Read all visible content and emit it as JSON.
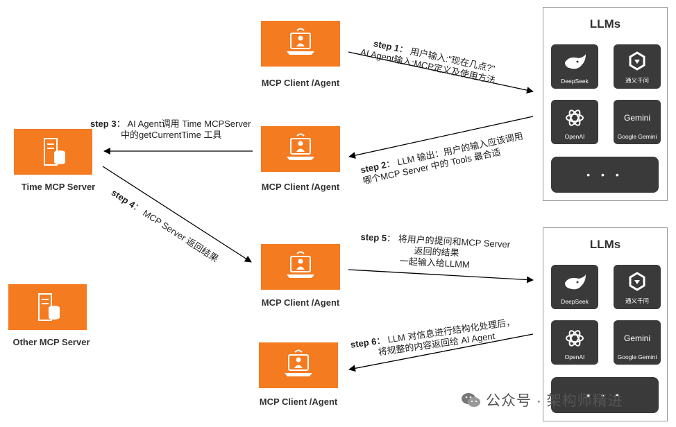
{
  "agents": [
    {
      "label": "MCP Client /Agent"
    },
    {
      "label": "MCP Client /Agent"
    },
    {
      "label": "MCP Client /Agent"
    },
    {
      "label": "MCP Client /Agent"
    }
  ],
  "servers": [
    {
      "label": "Time MCP Server"
    },
    {
      "label": "Other MCP Server"
    }
  ],
  "llm_panels": [
    {
      "title": "LLMs",
      "models": [
        "DeepSeek",
        "通义千问",
        "OpenAI",
        "Google Gemini"
      ],
      "more": "• • •"
    },
    {
      "title": "LLMs",
      "models": [
        "DeepSeek",
        "通义千问",
        "OpenAI",
        "Google Gemini"
      ],
      "more": "• • •"
    }
  ],
  "tile_logos": {
    "gemini_word": "Gemini"
  },
  "steps": [
    {
      "num": "step 1",
      "lines": [
        "：  用户输入:\"现在几点?\"",
        "AI Agent输入:MCP定义及使用方法"
      ]
    },
    {
      "num": "step 2",
      "lines": [
        "：  LLM 输出：用户的输入应该调用",
        "哪个MCP Server 中的 Tools 最合适"
      ]
    },
    {
      "num": "step 3",
      "lines": [
        "：  AI Agent调用 Time MCPServer",
        "中的getCurrentTime 工具"
      ]
    },
    {
      "num": "step 4",
      "lines": [
        "：  MCP Server 返回结果"
      ]
    },
    {
      "num": "step 5",
      "lines": [
        "：  将用户的提问和MCP Server",
        "返回的结果",
        "一起输入给LLMM"
      ]
    },
    {
      "num": "step 6",
      "lines": [
        "：  LLM 对信息进行结构化处理后，",
        "将规整的内容返回给 AI Agent"
      ]
    }
  ],
  "watermark": "公众号 · 架构师精进",
  "watermark_icon": "wechat-icon",
  "colors": {
    "accent": "#f47b20",
    "tile": "#3a3a3a",
    "arrow": "#000000"
  }
}
